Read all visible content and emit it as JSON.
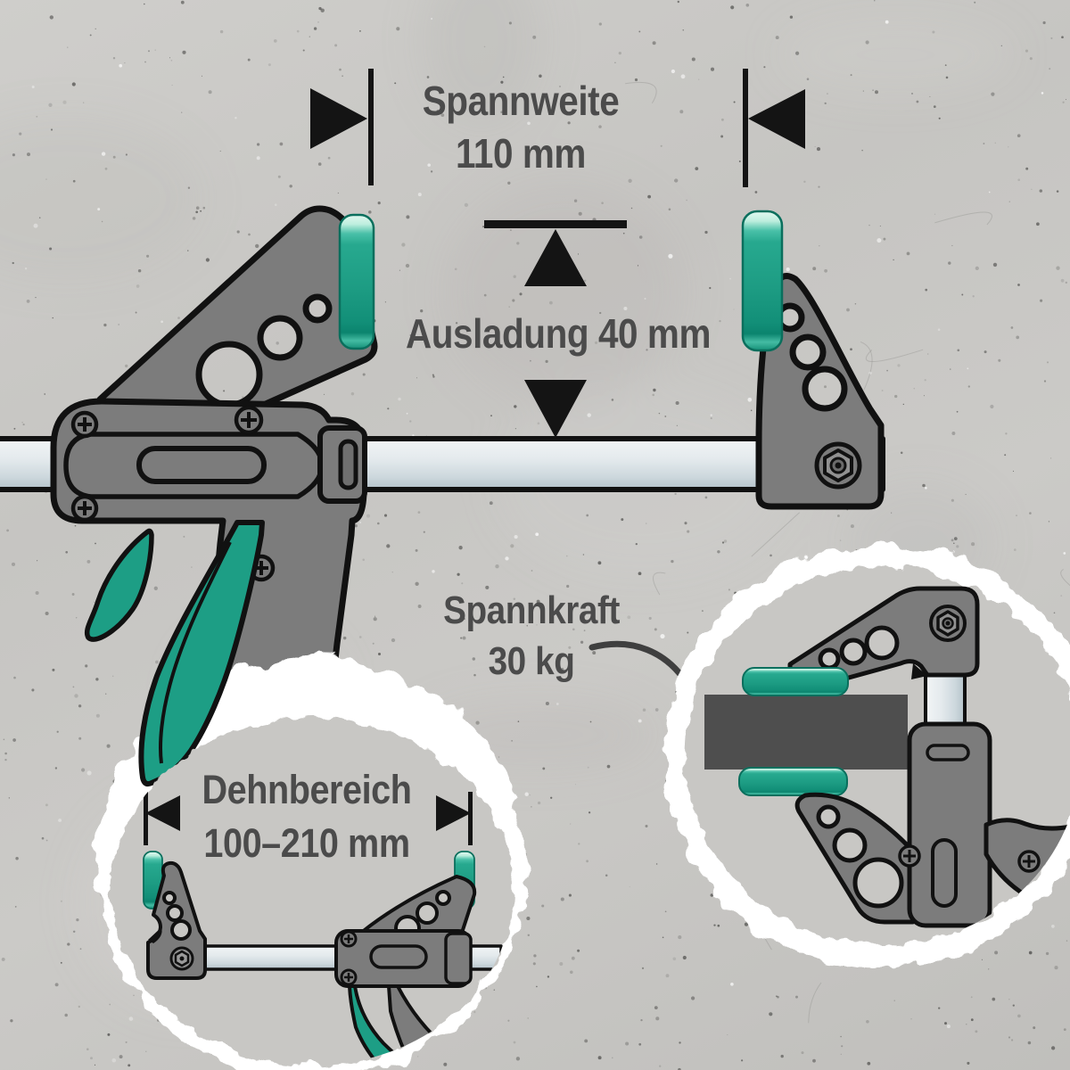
{
  "figure": "one-hand-clamp-feature-diagram",
  "annotations": {
    "span_width": {
      "label": "Spannweite",
      "value": "110 mm"
    },
    "throat_depth": {
      "label": "Ausladung 40 mm"
    },
    "clamping_force": {
      "label": "Spannkraft",
      "value": "30 kg"
    },
    "expansion_range": {
      "label": "Dehnbereich",
      "value": "100–210 mm"
    }
  },
  "colors": {
    "background_concrete": "#c6c5c2",
    "inset_background": "#c8c7c4",
    "accent_teal": "#1d9e85",
    "accent_teal_dark": "#0b846e",
    "accent_teal_light": "#bdeede",
    "tool_body_gray": "#7c7c7c",
    "rail_silver_light": "#eef2f4",
    "rail_silver_dark": "#b4c2ca",
    "outline_black": "#111111",
    "annotation_text": "#4b4b4b",
    "dimension_marker": "#141414",
    "workpiece_dark": "#4e4e4e"
  }
}
